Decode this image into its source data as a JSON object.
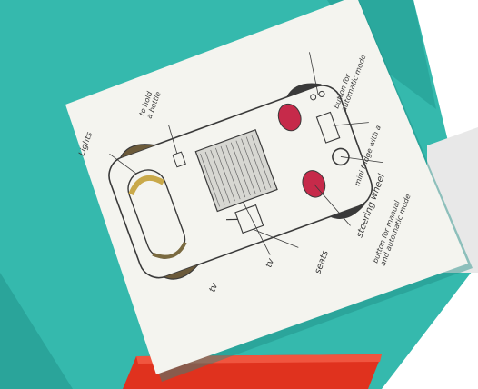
{
  "photo": {
    "subject": "hand-drawn car design sketch on paper",
    "colors": {
      "backdrop": "#2fb3a8",
      "backdrop_shadow": "#1f8f86",
      "paper": "#f4f4ef",
      "pencil": "#3a3a3a",
      "seat_red": "#c62a4a",
      "wheel_brown": "#6b5a3a",
      "red_folder": "#e0321e"
    }
  },
  "annotations": {
    "lights": "Lights",
    "to_hold_a_bottle": "to hold\na bottle",
    "button_auto_mode": "button for\nautomatic mode",
    "mini_fridge": "mini fridge with a",
    "button_manual_auto": "button for manual\nand automatic mode",
    "steering_wheel": "steering wheel",
    "seats": "seats",
    "tv_1": "tv",
    "tv_2": "tv"
  }
}
